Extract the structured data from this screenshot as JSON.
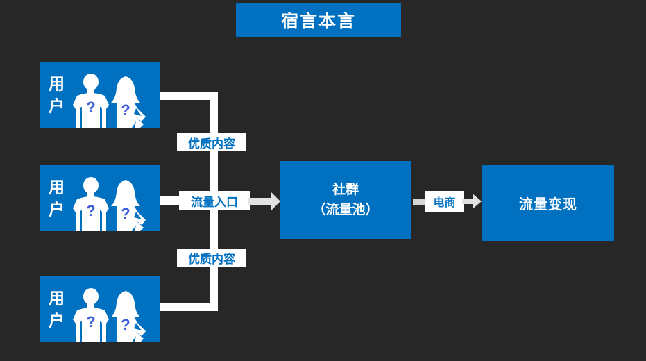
{
  "title": "宿言本言",
  "colors": {
    "background": "#272727",
    "primary_blue": "#0070C0",
    "label_text_blue": "#0070C0",
    "connector_white": "#FFFFFF",
    "arrow_gray": "#E2E2E2",
    "question_mark_blue": "#3C5ED8"
  },
  "user_box": {
    "label": "用户",
    "char1": "用",
    "char2": "户",
    "question_mark": "?"
  },
  "edge_labels": {
    "top": "优质内容",
    "middle": "流量入口",
    "bottom": "优质内容",
    "ecommerce": "电商"
  },
  "nodes": {
    "community_line1": "社群",
    "community_line2": "（流量池）",
    "monetization": "流量变现"
  }
}
